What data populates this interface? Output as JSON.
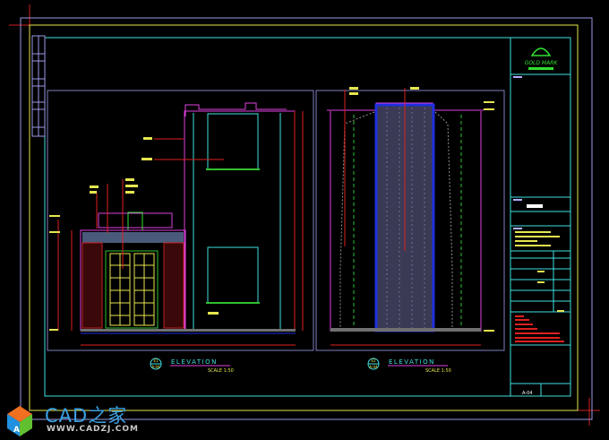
{
  "drawing": {
    "left_elevation": {
      "title": "ELEVATION",
      "scale": "SCALE 1:50",
      "tag_top": "E1",
      "tag_bottom": "A-04"
    },
    "right_elevation": {
      "title": "ELEVATION",
      "scale": "SCALE 1:50",
      "tag_top": "E2",
      "tag_bottom": "A-04"
    },
    "title_block": {
      "logo_text": "GOLD MARK",
      "sheet_no": "A-04"
    }
  },
  "watermark": {
    "title": "CAD之家",
    "url": "WWW.CADZJ.COM"
  },
  "colors": {
    "background": "#000000",
    "frame_outer": "#9a9ae8",
    "frame_yellow": "#e6e650",
    "frame_cyan": "#40e0e0",
    "magenta": "#e040e0",
    "red": "#e02020",
    "green": "#30e030",
    "blue": "#2030e0"
  }
}
